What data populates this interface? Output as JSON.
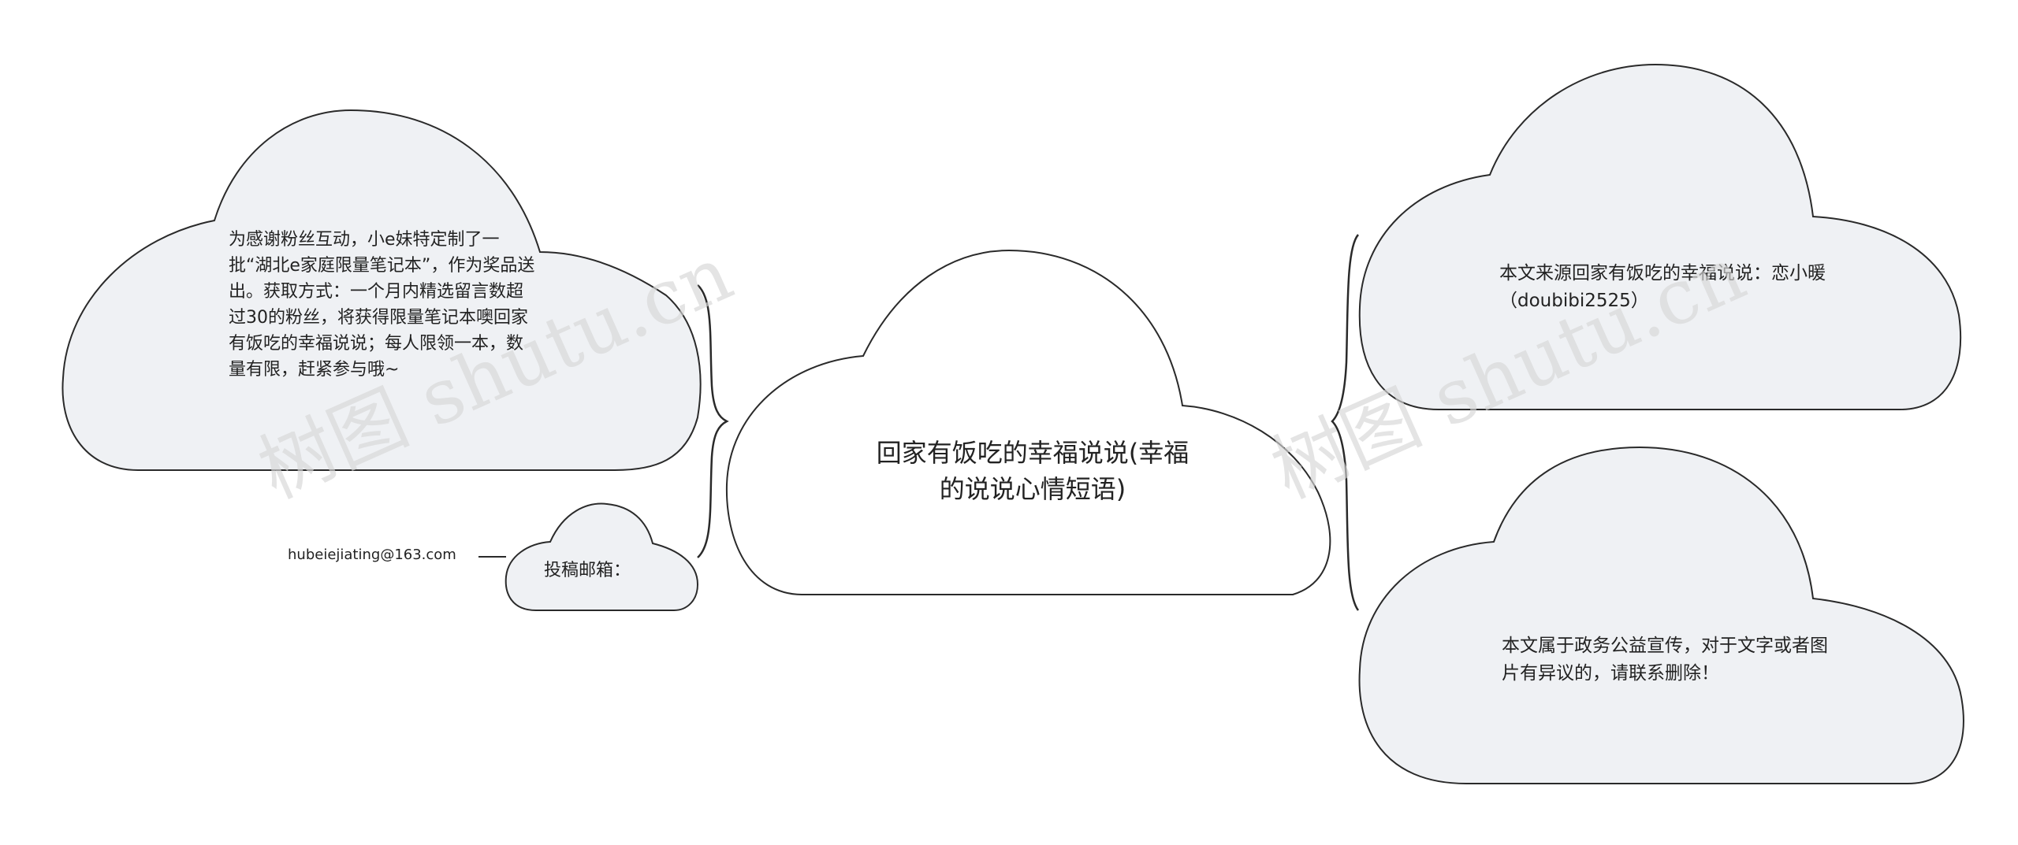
{
  "diagram": {
    "center": {
      "text": "回家有饭吃的幸福说说(幸福的说说心情短语)"
    },
    "left_nodes": [
      {
        "text": "为感谢粉丝互动，小e妹特定制了一批“湖北e家庭限量笔记本”，作为奖品送出。获取方式：一个月内精选留言数超过30的粉丝，将获得限量笔记本噢回家有饭吃的幸福说说；每人限领一本，数量有限，赶紧参与哦~"
      },
      {
        "text": "投稿邮箱：",
        "child": {
          "text": "hubeiejiating@163.com"
        }
      }
    ],
    "right_nodes": [
      {
        "text": "本文来源回家有饭吃的幸福说说：恋小暖（doubibi2525）"
      },
      {
        "text": "本文属于政务公益宣传，对于文字或者图片有异议的，请联系删除！"
      }
    ]
  },
  "watermark": "树图 shutu.cn",
  "colors": {
    "cloud_fill": "#eff1f4",
    "center_fill": "#ffffff",
    "stroke": "#2a2a2a",
    "watermark": "#d7d7d7"
  }
}
